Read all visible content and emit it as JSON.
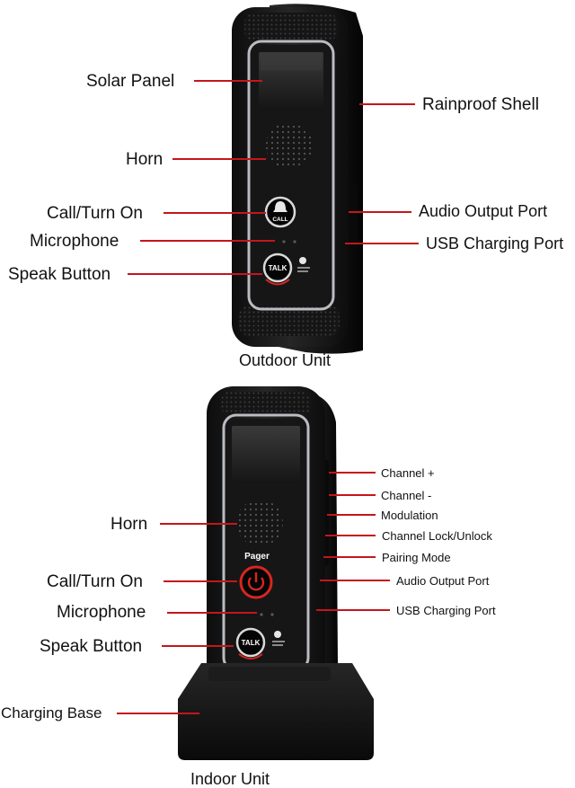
{
  "outdoor": {
    "caption": "Outdoor Unit",
    "call_button_text": "CALL",
    "talk_button_text": "TALK",
    "labels": {
      "solar_panel": "Solar Panel",
      "horn": "Horn",
      "call_turn_on": "Call/Turn On",
      "microphone": "Microphone",
      "speak_button": "Speak Button",
      "rainproof_shell": "Rainproof Shell",
      "audio_output_port": "Audio Output Port",
      "usb_charging_port": "USB Charging Port"
    }
  },
  "indoor": {
    "caption": "Indoor Unit",
    "pager_text": "Pager",
    "talk_button_text": "TALK",
    "labels": {
      "horn": "Horn",
      "call_turn_on": "Call/Turn On",
      "microphone": "Microphone",
      "speak_button": "Speak Button",
      "charging_base": "Charging Base",
      "channel_plus": "Channel +",
      "channel_minus": "Channel -",
      "modulation": "Modulation",
      "channel_lock_unlock": "Channel Lock/Unlock",
      "pairing_mode": "Pairing Mode",
      "audio_output_port": "Audio Output Port",
      "usb_charging_port": "USB Charging Port"
    }
  },
  "colors": {
    "leader_line": "#c4161c",
    "device_body": "#1b1b1b",
    "bezel": "#b9bcc0",
    "accent_red": "#d7261e"
  }
}
